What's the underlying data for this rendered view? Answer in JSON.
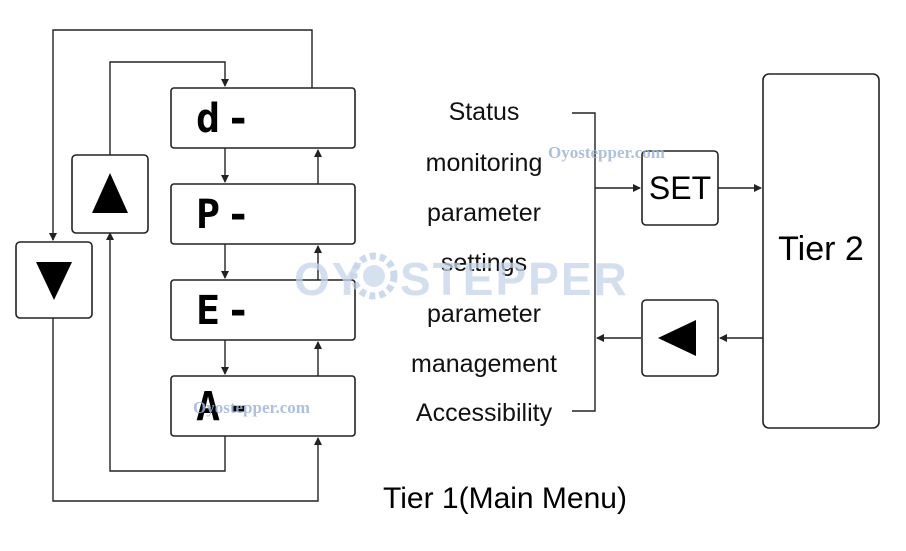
{
  "panel_displays": [
    "d-",
    "P-",
    "E-",
    "A-"
  ],
  "menu_labels": [
    "Status",
    "monitoring",
    "parameter",
    "settings",
    "parameter",
    "management",
    "Accessibility"
  ],
  "set_button": "SET",
  "tier2_label": "Tier 2",
  "caption": "Tier 1(Main Menu)",
  "watermarks": {
    "small_top": "Oyostepper.com",
    "small_bottom": "Oyostepper.com",
    "logo_left": "OY",
    "logo_right": "STEPPER"
  },
  "icons": {
    "up_button": "up-triangle",
    "down_button": "down-triangle",
    "back_button": "left-triangle"
  },
  "colors": {
    "line": "#222222",
    "watermark": "#9fb6d6"
  }
}
